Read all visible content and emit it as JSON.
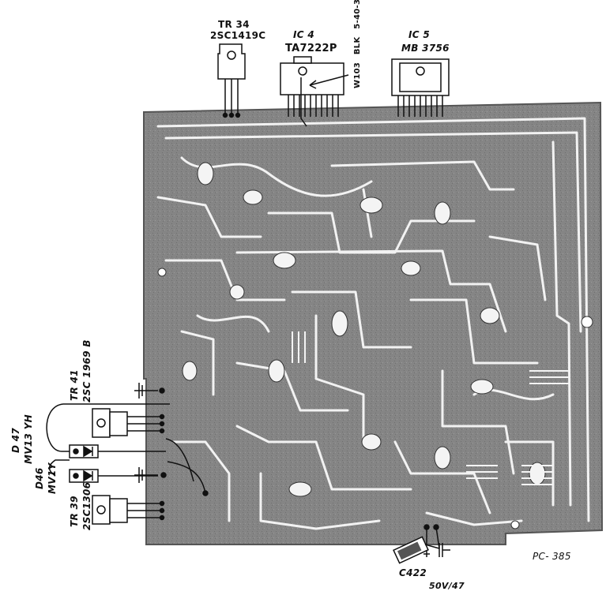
{
  "components": {
    "tr34": {
      "ref": "TR 34",
      "part": "2SC1419C"
    },
    "ic4": {
      "ref": "IC 4",
      "part": "TA7222P"
    },
    "w103": {
      "label": "W103 BLK 5-40-3"
    },
    "ic5": {
      "ref": "IC 5",
      "part": "MB 3756"
    },
    "tr41": {
      "ref": "TR 41",
      "part": "2SC 1969 B"
    },
    "d47": {
      "ref": "D 47",
      "part": "MV13 YH"
    },
    "d46": {
      "ref": "D46",
      "part": "MV1Y"
    },
    "tr39": {
      "ref": "TR 39",
      "part": "2SC1306"
    },
    "c422": {
      "ref": "C422",
      "rating": "50V/47"
    }
  },
  "board": {
    "id": "PC- 385"
  },
  "colors": {
    "board": "#8a8a8a",
    "trace": "#f4f4f4",
    "ink": "#111111"
  }
}
